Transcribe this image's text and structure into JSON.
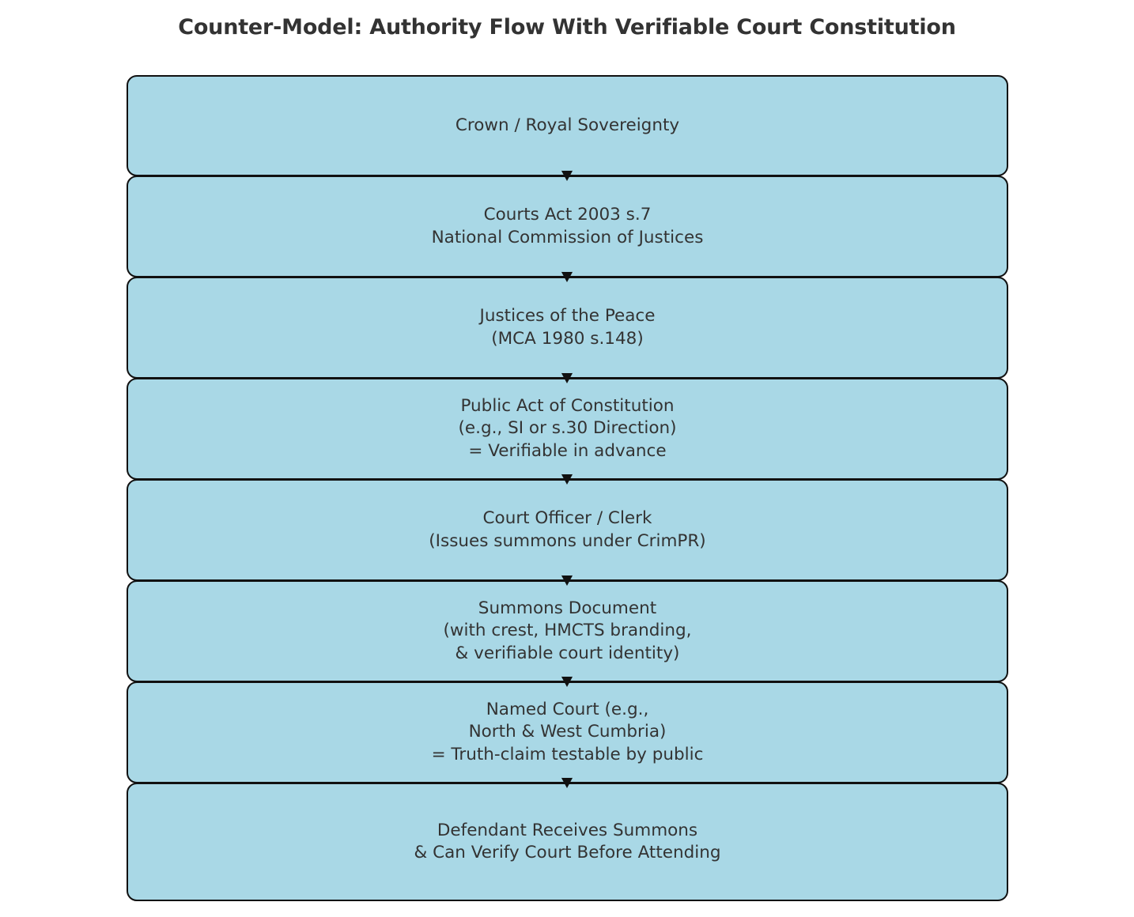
{
  "chart_data": {
    "type": "diagram",
    "diagram_kind": "vertical-flowchart",
    "title": "Counter-Model: Authority Flow With Verifiable Court Constitution",
    "node_fill_color": "#a9d8e6",
    "node_border_color": "#111111",
    "text_color": "#333333",
    "background_color": "#ffffff",
    "connector": "downward-arrow",
    "nodes": [
      {
        "id": "crown",
        "label": "Crown / Royal Sovereignty",
        "lines": 1
      },
      {
        "id": "courts-act",
        "label": "Courts Act 2003 s.7\nNational Commission of Justices",
        "lines": 2
      },
      {
        "id": "justices-of-the-peace",
        "label": "Justices of the Peace\n(MCA 1980 s.148)",
        "lines": 2
      },
      {
        "id": "public-act-of-constitution",
        "label": "Public Act of Constitution\n(e.g., SI or s.30 Direction)\n= Verifiable in advance",
        "lines": 3
      },
      {
        "id": "court-officer-clerk",
        "label": "Court Officer / Clerk\n(Issues summons under CrimPR)",
        "lines": 2
      },
      {
        "id": "summons-document",
        "label": "Summons Document\n(with crest, HMCTS branding,\n& verifiable court identity)",
        "lines": 3
      },
      {
        "id": "named-court",
        "label": "Named Court (e.g.,\nNorth & West Cumbria)\n= Truth-claim testable by public",
        "lines": 3
      },
      {
        "id": "defendant-receives-summons",
        "label": "Defendant Receives Summons\n& Can Verify Court Before Attending",
        "lines": 2
      }
    ],
    "edges": [
      {
        "from": "crown",
        "to": "courts-act"
      },
      {
        "from": "courts-act",
        "to": "justices-of-the-peace"
      },
      {
        "from": "justices-of-the-peace",
        "to": "public-act-of-constitution"
      },
      {
        "from": "public-act-of-constitution",
        "to": "court-officer-clerk"
      },
      {
        "from": "court-officer-clerk",
        "to": "summons-document"
      },
      {
        "from": "summons-document",
        "to": "named-court"
      },
      {
        "from": "named-court",
        "to": "defendant-receives-summons"
      }
    ]
  }
}
